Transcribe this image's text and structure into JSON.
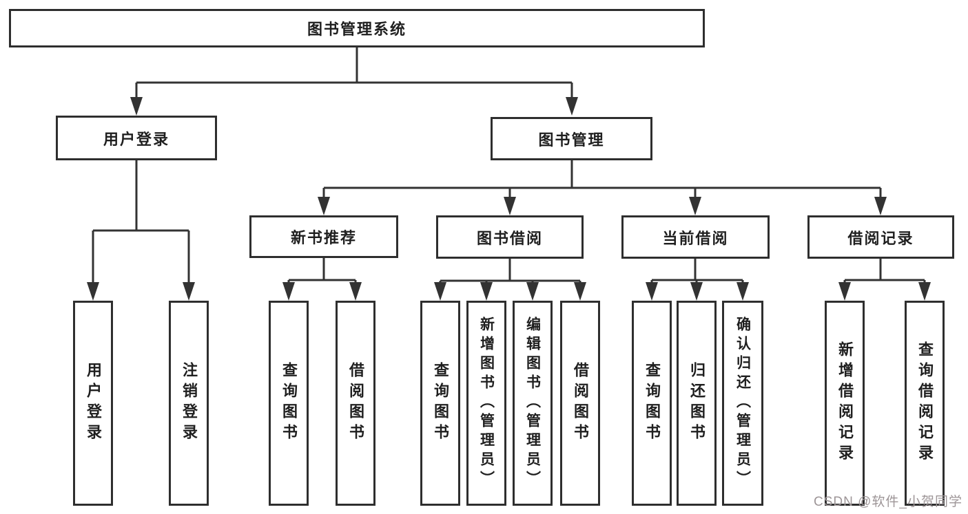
{
  "title": {
    "label": "图书管理系统"
  },
  "level1": [
    {
      "label": "用户登录"
    },
    {
      "label": "图书管理"
    }
  ],
  "level2": [
    {
      "label": "新书推荐"
    },
    {
      "label": "图书借阅"
    },
    {
      "label": "当前借阅"
    },
    {
      "label": "借阅记录"
    }
  ],
  "leaves": [
    {
      "label": "用户登录"
    },
    {
      "label": "注销登录"
    },
    {
      "label": "查询图书"
    },
    {
      "label": "借阅图书"
    },
    {
      "label": "查询图书"
    },
    {
      "label": "新增图书（管理员）"
    },
    {
      "label": "编辑图书（管理员）"
    },
    {
      "label": "借阅图书"
    },
    {
      "label": "查询图书"
    },
    {
      "label": "归还图书"
    },
    {
      "label": "确认归还（管理员）"
    },
    {
      "label": "新增借阅记录"
    },
    {
      "label": "查询借阅记录"
    }
  ],
  "watermark": {
    "text": "CSDN @软件_小贺同学"
  },
  "colors": {
    "line": "#333333",
    "box_border": "#2e2e2e",
    "text": "#1f1f1f",
    "watermark": "#9d9597",
    "background": "#ffffff"
  }
}
